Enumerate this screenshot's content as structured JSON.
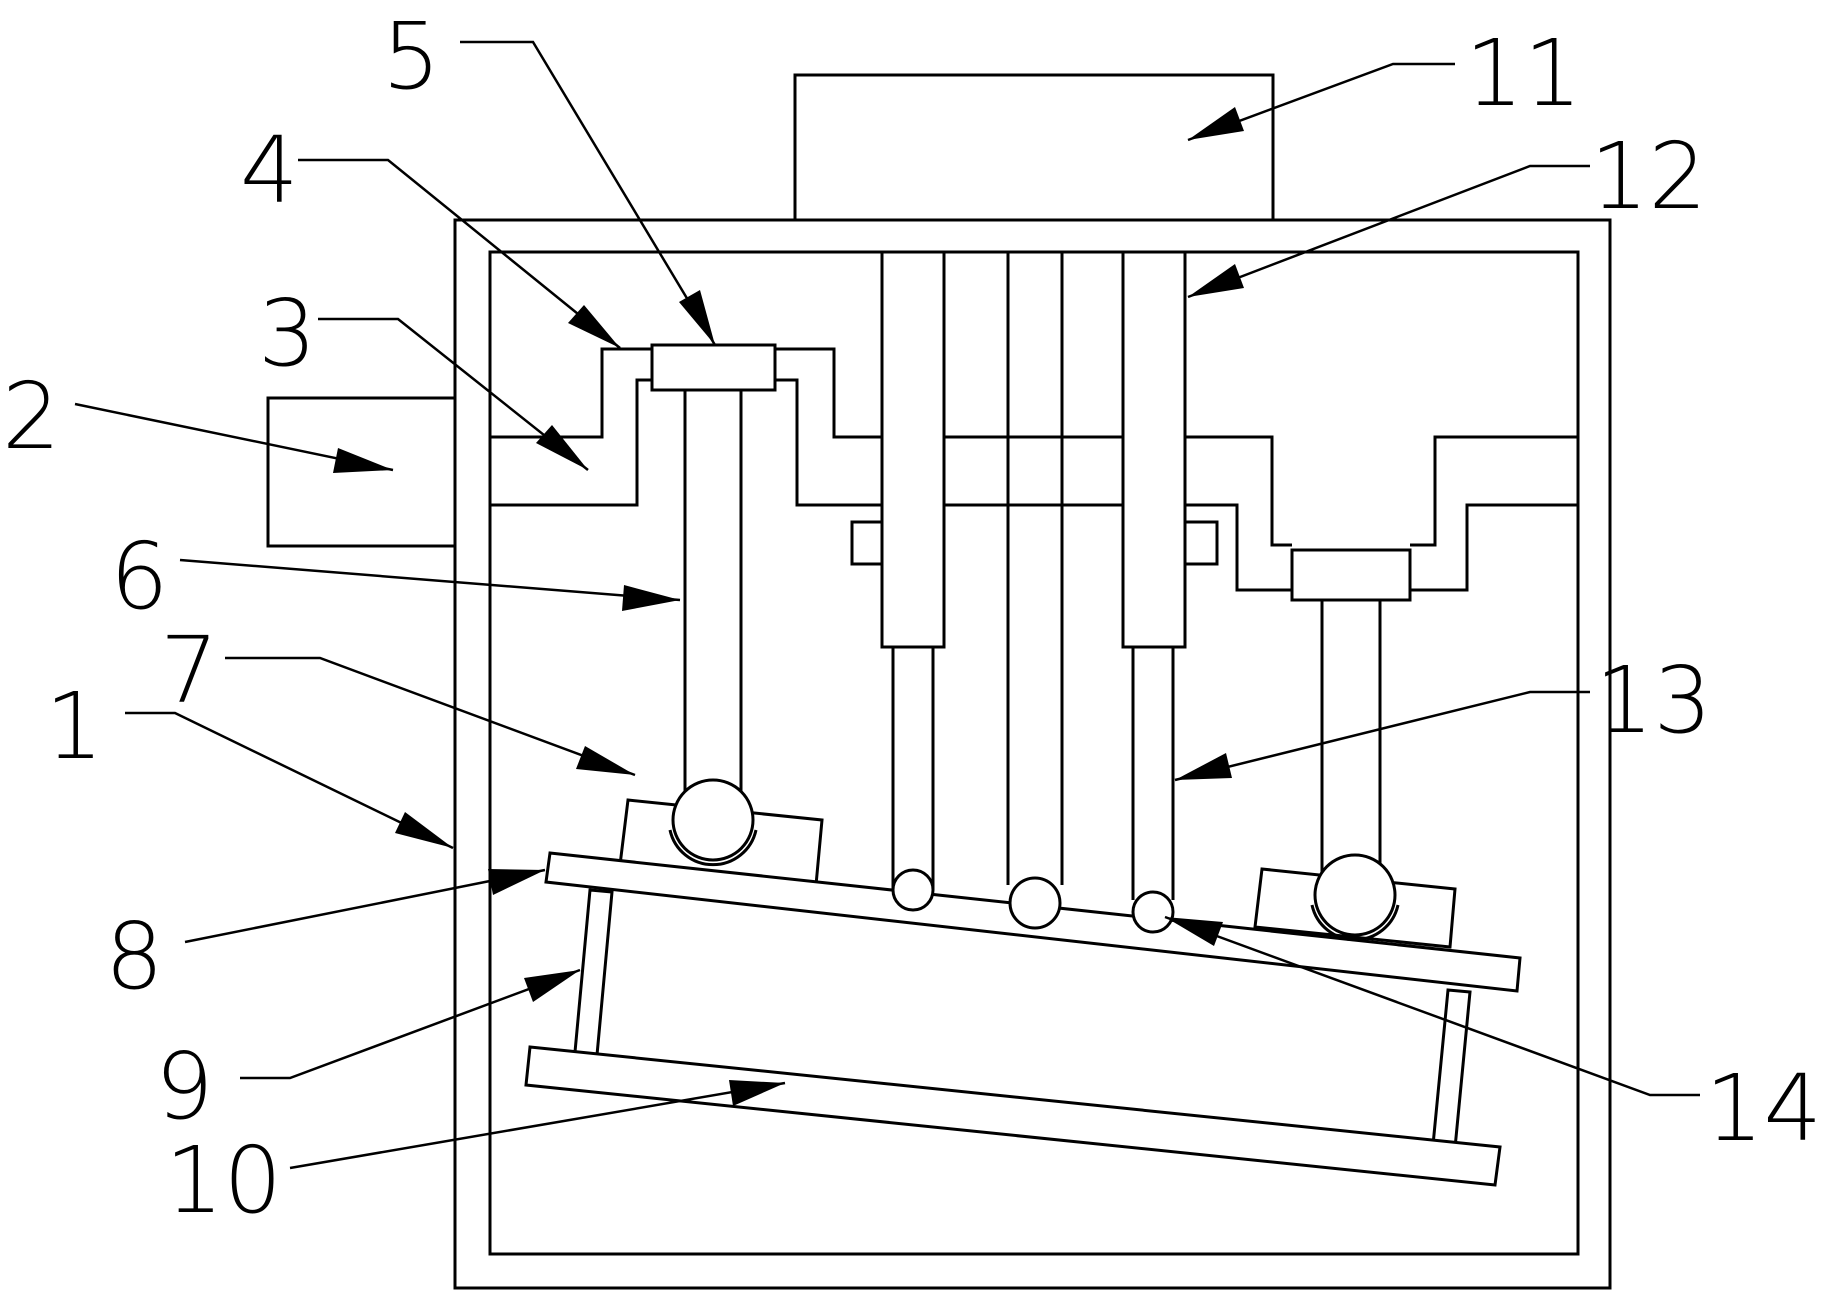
{
  "labels": [
    {
      "id": "1",
      "text": "1"
    },
    {
      "id": "2",
      "text": "2"
    },
    {
      "id": "3",
      "text": "3"
    },
    {
      "id": "4",
      "text": "4"
    },
    {
      "id": "5",
      "text": "5"
    },
    {
      "id": "6",
      "text": "6"
    },
    {
      "id": "7",
      "text": "7"
    },
    {
      "id": "8",
      "text": "8"
    },
    {
      "id": "9",
      "text": "9"
    },
    {
      "id": "10",
      "text": "10"
    },
    {
      "id": "11",
      "text": "11"
    },
    {
      "id": "12",
      "text": "12"
    },
    {
      "id": "13",
      "text": "13"
    },
    {
      "id": "14",
      "text": "14"
    }
  ],
  "colors": {
    "stroke": "#000000",
    "background": "#ffffff"
  }
}
